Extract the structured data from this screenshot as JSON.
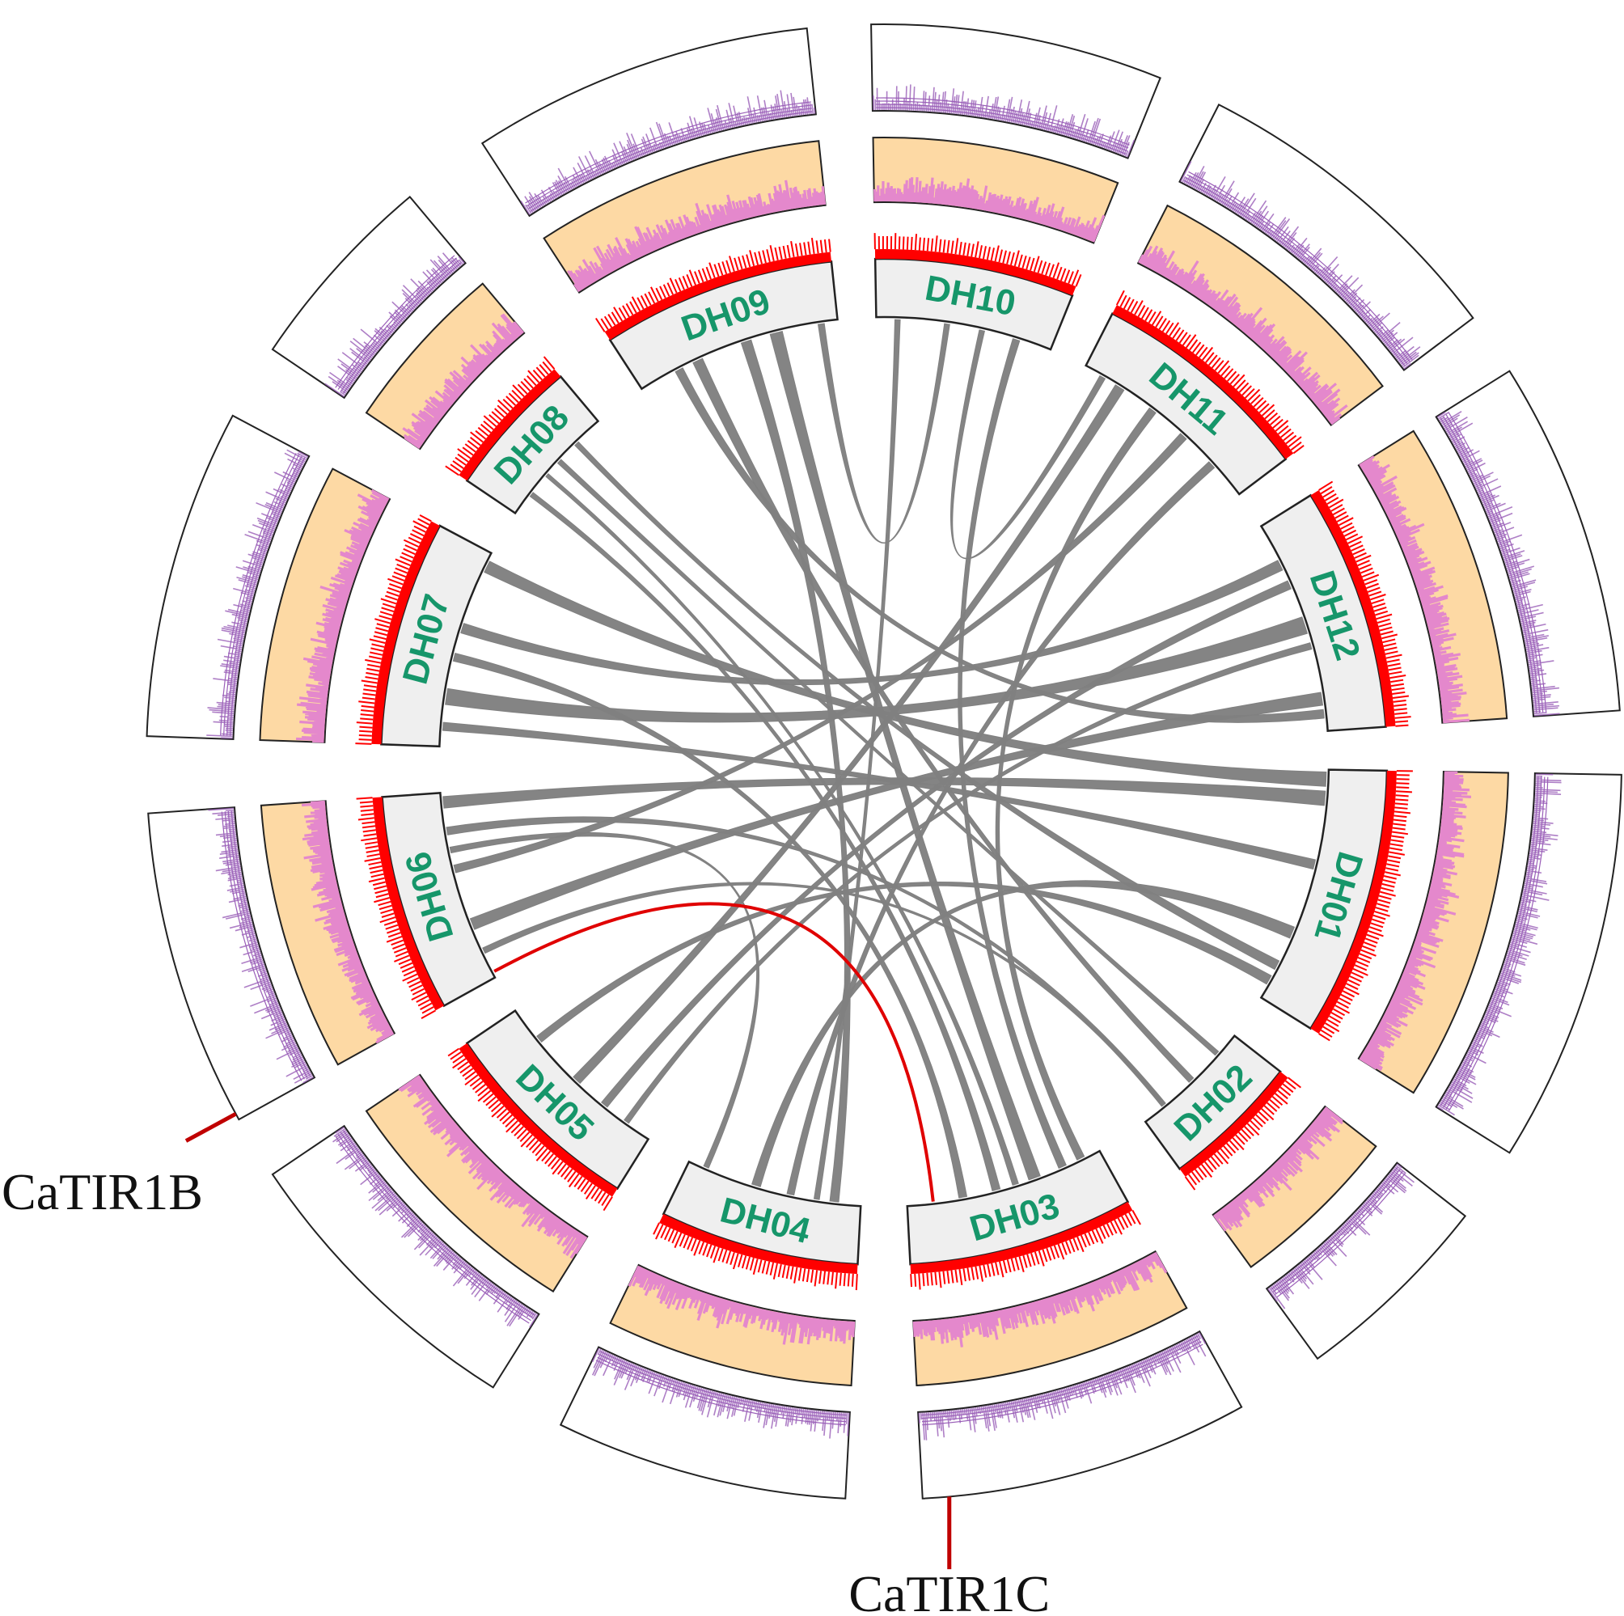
{
  "chart_data": {
    "type": "circos",
    "title": "",
    "chromosomes": [
      "DH01",
      "DH02",
      "DH03",
      "DH04",
      "DH05",
      "DH06",
      "DH07",
      "DH08",
      "DH09",
      "DH10",
      "DH11",
      "DH12"
    ],
    "tracks": [
      "ideogram",
      "tick-marks",
      "gene-density-histogram",
      "line-density-track"
    ],
    "links": [
      {
        "a": "DH07",
        "pa": 0.25,
        "b": "DH12",
        "pb": 0.5,
        "w": 0.08
      },
      {
        "a": "DH07",
        "pa": 0.93,
        "b": "DH01",
        "pb": 0.04,
        "w": 0.06
      },
      {
        "a": "DH06",
        "pa": 0.95,
        "b": "DH01",
        "pb": 0.12,
        "w": 0.06
      },
      {
        "a": "DH09",
        "pa": 0.7,
        "b": "DH03",
        "pb": 0.35,
        "w": 0.06
      },
      {
        "a": "DH09",
        "pa": 0.55,
        "b": "DH04",
        "pb": 0.15,
        "w": 0.05
      },
      {
        "a": "DH10",
        "pa": 0.12,
        "b": "DH04",
        "pb": 0.25,
        "w": 0.03
      },
      {
        "a": "DH11",
        "pa": 0.2,
        "b": "DH05",
        "pb": 0.5,
        "w": 0.05
      },
      {
        "a": "DH11",
        "pa": 0.6,
        "b": "DH06",
        "pb": 0.6,
        "w": 0.04
      },
      {
        "a": "DH12",
        "pa": 0.2,
        "b": "DH07",
        "pb": 0.6,
        "w": 0.05
      },
      {
        "a": "DH12",
        "pa": 0.85,
        "b": "DH06",
        "pb": 0.3,
        "w": 0.06
      },
      {
        "a": "DH01",
        "pa": 0.4,
        "b": "DH07",
        "pb": 0.1,
        "w": 0.04
      },
      {
        "a": "DH01",
        "pa": 0.7,
        "b": "DH04",
        "pb": 0.6,
        "w": 0.05
      },
      {
        "a": "DH02",
        "pa": 0.5,
        "b": "DH09",
        "pb": 0.3,
        "w": 0.05
      },
      {
        "a": "DH02",
        "pa": 0.2,
        "b": "DH08",
        "pb": 0.55,
        "w": 0.04
      },
      {
        "a": "DH03",
        "pa": 0.55,
        "b": "DH08",
        "pb": 0.2,
        "w": 0.04
      },
      {
        "a": "DH08",
        "pa": 0.75,
        "b": "DH01",
        "pb": 0.85,
        "w": 0.04
      },
      {
        "a": "DH10",
        "pa": 0.6,
        "b": "DH11",
        "pb": 0.1,
        "w": 0.03
      },
      {
        "a": "DH10",
        "pa": 0.4,
        "b": "DH09",
        "pb": 0.92,
        "w": 0.03
      },
      {
        "a": "DH05",
        "pa": 0.3,
        "b": "DH12",
        "pb": 0.3,
        "w": 0.04
      },
      {
        "a": "DH04",
        "pa": 0.4,
        "b": "DH11",
        "pb": 0.8,
        "w": 0.04
      },
      {
        "a": "DH03",
        "pa": 0.2,
        "b": "DH10",
        "pb": 0.8,
        "w": 0.04
      },
      {
        "a": "DH06",
        "pa": 0.8,
        "b": "DH02",
        "pb": 0.8,
        "w": 0.04
      },
      {
        "a": "DH05",
        "pa": 0.8,
        "b": "DH01",
        "pb": 0.92,
        "w": 0.04
      },
      {
        "a": "DH04",
        "pa": 0.9,
        "b": "DH06",
        "pb": 0.7,
        "w": 0.03
      },
      {
        "a": "DH09",
        "pa": 0.2,
        "b": "DH12",
        "pb": 0.92,
        "w": 0.04
      },
      {
        "a": "DH07",
        "pa": 0.45,
        "b": "DH03",
        "pb": 0.72,
        "w": 0.04
      },
      {
        "a": "DH11",
        "pa": 0.4,
        "b": "DH03",
        "pb": 0.1,
        "w": 0.04
      },
      {
        "a": "DH12",
        "pa": 0.6,
        "b": "DH05",
        "pb": 0.15,
        "w": 0.03
      },
      {
        "a": "DH02",
        "pa": 0.8,
        "b": "DH06",
        "pb": 0.15,
        "w": 0.03
      },
      {
        "a": "DH08",
        "pa": 0.4,
        "b": "DH03",
        "pb": 0.45,
        "w": 0.03
      }
    ],
    "highlighted_link": {
      "a": "DH06",
      "pa": 0.03,
      "b": "DH03",
      "pb": 0.87
    },
    "gene_labels": [
      {
        "name": "CaTIR1B",
        "chromosome": "DH06",
        "position": 0.02
      },
      {
        "name": "CaTIR1C",
        "chromosome": "DH03",
        "position": 0.92
      }
    ]
  },
  "colors": {
    "link": "#808080",
    "highlight": "#e00000",
    "ideogram_fill": "#efefef",
    "chr_label": "#16966a",
    "ticks": "#ff0000",
    "histogram_bg": "#fdd9a4",
    "histogram_bar": "#e488cc",
    "density_line": "#9a5fb8",
    "gene_marker": "#c00000"
  }
}
